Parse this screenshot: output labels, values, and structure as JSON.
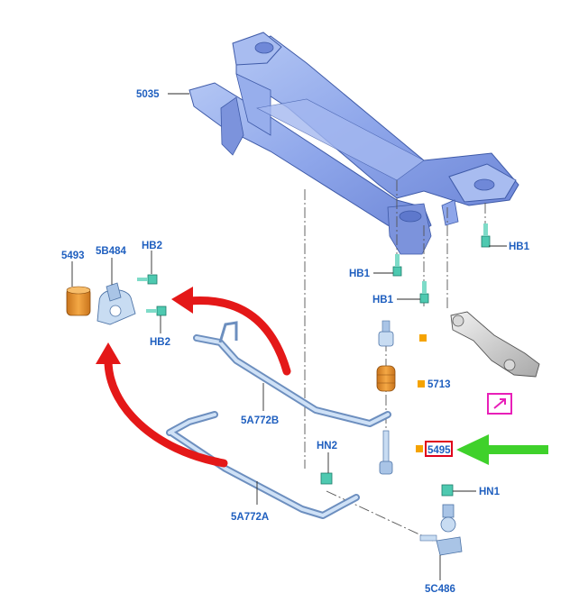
{
  "callouts": {
    "c5035": "5035",
    "hb1_right": "HB1",
    "hb1_mid_upper": "HB1",
    "hb1_mid_lower": "HB1",
    "c5493": "5493",
    "c5b484": "5B484",
    "hb2_upper": "HB2",
    "hb2_lower": "HB2",
    "c5713": "5713",
    "c5a772b": "5A772B",
    "c5495": "5495",
    "hn2": "HN2",
    "hn1": "HN1",
    "c5a772a": "5A772A",
    "c5c486": "5C486"
  },
  "colors": {
    "label_blue": "#1f5fbf",
    "subframe_blue": "#8fa9e8",
    "part_light_blue": "#b9d3ee",
    "bushing_orange": "#e8962e",
    "bolt_green": "#4ec9b0",
    "red_arrow": "#e41818",
    "green_arrow": "#3fd12b",
    "highlight_red": "#e0001b",
    "magenta_box": "#e81fb8",
    "marker_orange": "#f5a300"
  }
}
